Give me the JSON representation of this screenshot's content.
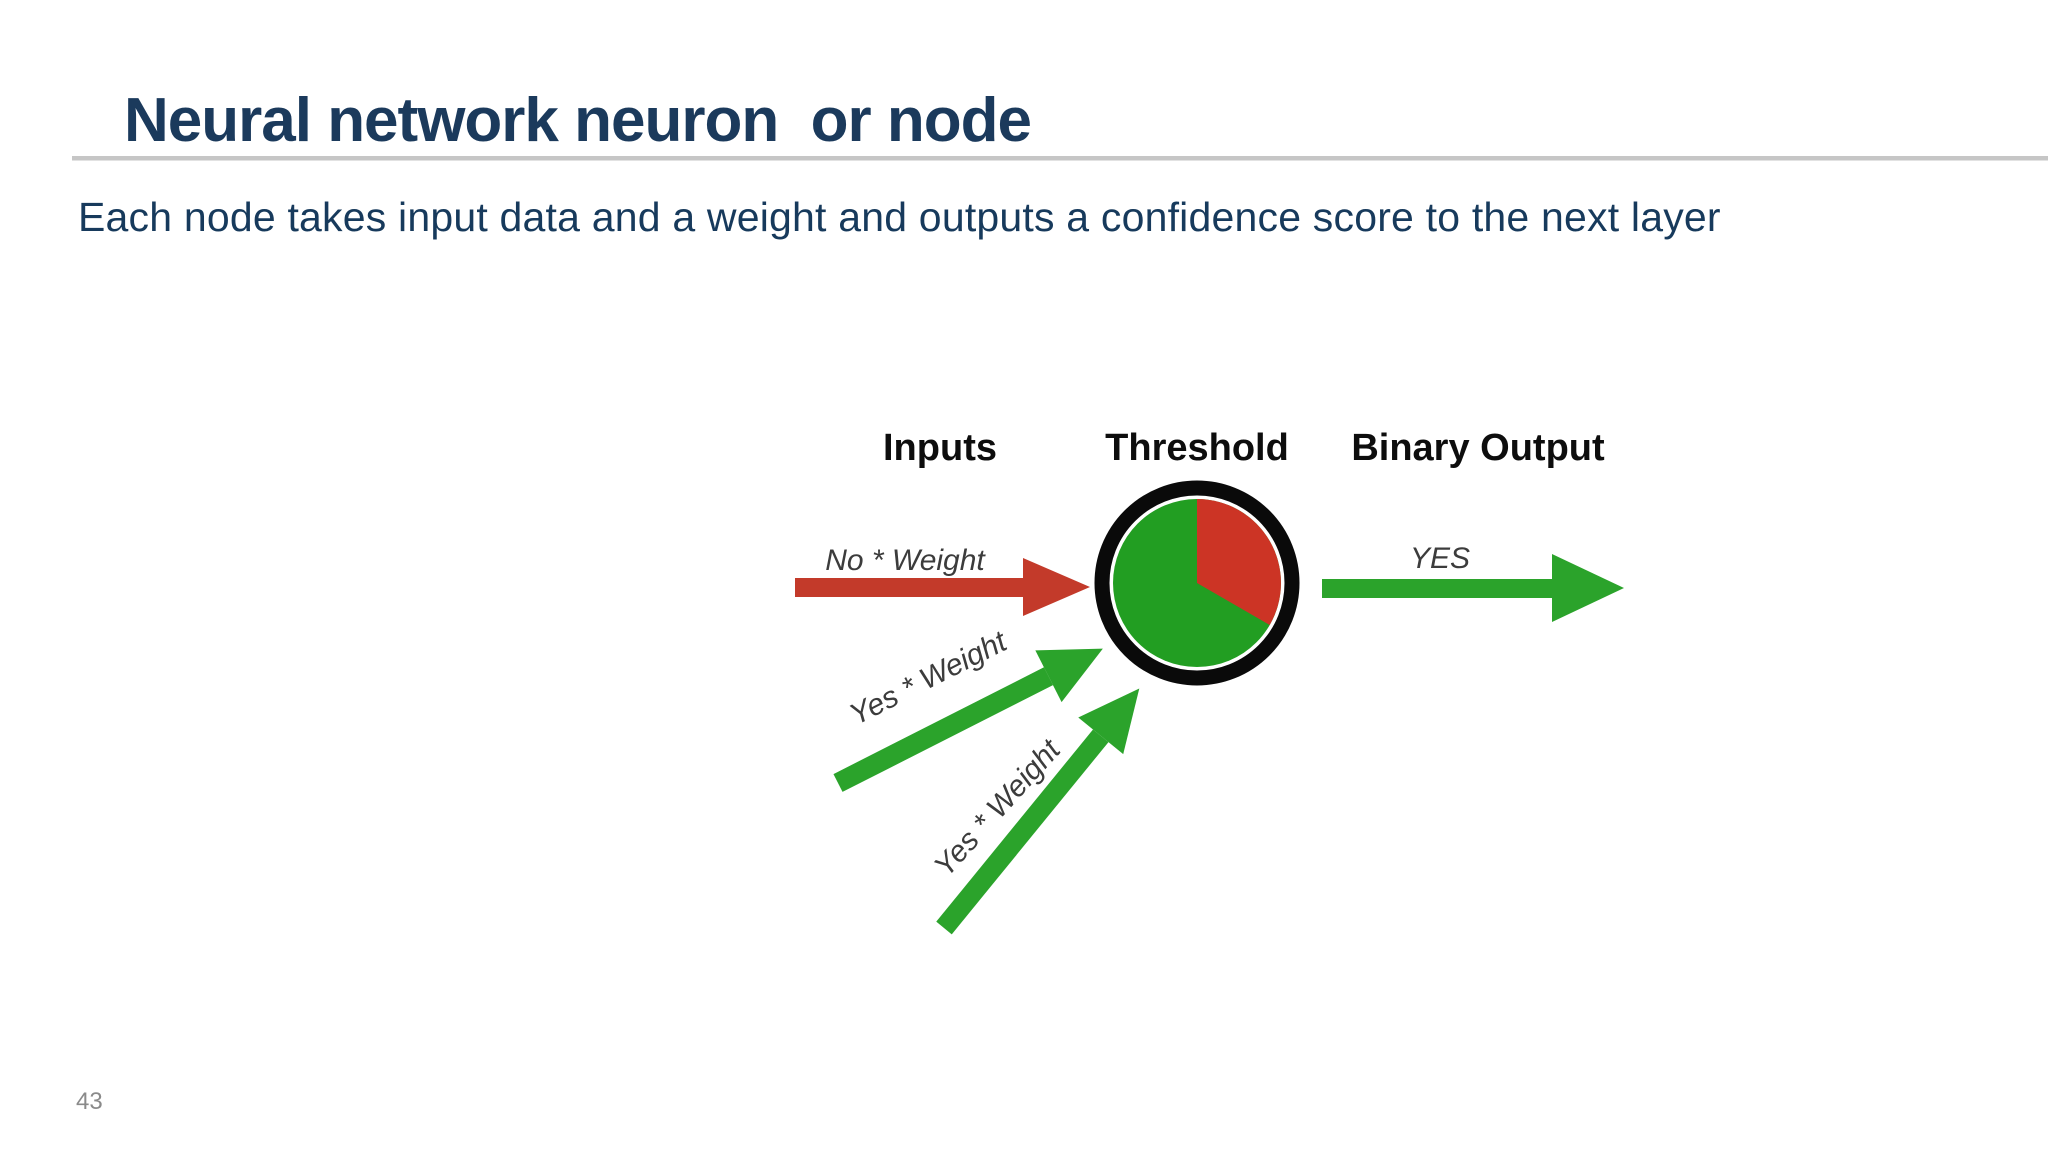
{
  "slide": {
    "title": "Neural network neuron  or node",
    "subtitle": "Each node takes input data and a weight and outputs a confidence score to the next layer",
    "page_number": "43"
  },
  "diagram": {
    "column_labels": [
      "Inputs",
      "Threshold",
      "Binary Output"
    ],
    "input_arrows": [
      {
        "label": "No * Weight",
        "value": "No",
        "color": "#c33a2a"
      },
      {
        "label": "Yes * Weight",
        "value": "Yes",
        "color": "#2ba32b"
      },
      {
        "label": "Yes * Weight",
        "value": "Yes",
        "color": "#2ba32b"
      }
    ],
    "output_arrow": {
      "label": "YES",
      "color": "#2ba32b"
    },
    "threshold_pie": {
      "green_fraction": 0.67,
      "red_fraction": 0.33,
      "green_color": "#229e22",
      "red_color": "#cc3425",
      "ring_color": "#0a0a0a"
    }
  },
  "colors": {
    "title_navy": "#1b3a5c",
    "rule_gray": "#c6c6c6",
    "label_black": "#0d0d0d",
    "wire_label_gray": "#3c3c3c",
    "page_number_gray": "#8a8a8a",
    "background": "#ffffff"
  }
}
